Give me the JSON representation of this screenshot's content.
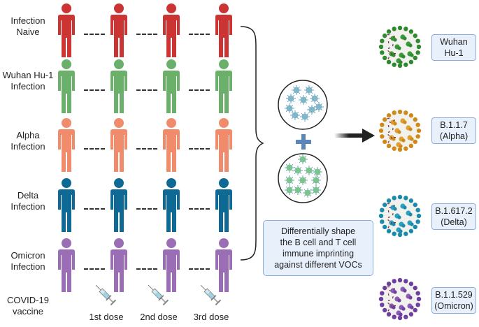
{
  "rows": [
    {
      "label_line1": "Infection",
      "label_line2": "Naive",
      "color": "#cc3333"
    },
    {
      "label_line1": "Wuhan Hu-1",
      "label_line2": "Infection",
      "color": "#6ab06a"
    },
    {
      "label_line1": "Alpha",
      "label_line2": "Infection",
      "color": "#f08c6c"
    },
    {
      "label_line1": "Delta",
      "label_line2": "Infection",
      "color": "#0e6a94"
    },
    {
      "label_line1": "Omicron",
      "label_line2": "Infection",
      "color": "#9b6db5"
    }
  ],
  "vaccine": {
    "label_line1": "COVID-19",
    "label_line2": "vaccine"
  },
  "doses": [
    "1st dose",
    "2nd dose",
    "3rd dose"
  ],
  "summary": {
    "lines": [
      "Differentially shape",
      "the B cell and T cell",
      "immune imprinting",
      "against different VOCs"
    ]
  },
  "cells": {
    "b_cell_color": "#7fb6c8",
    "t_cell_color": "#7cc38d",
    "plus_color": "#5b86b8"
  },
  "variants": [
    {
      "line1": "Wuhan",
      "line2": "Hu-1",
      "color": "#3a9a3a",
      "spike_color": "#2f8a2f"
    },
    {
      "line1": "B.1.1.7",
      "line2": "(Alpha)",
      "color": "#e0a030",
      "spike_color": "#d08a1c"
    },
    {
      "line1": "B.1.617.2",
      "line2": "(Delta)",
      "color": "#2ba0c0",
      "spike_color": "#1b8aac"
    },
    {
      "line1": "B.1.1.529",
      "line2": "(Omicron)",
      "color": "#8a5bb8",
      "spike_color": "#6e3fa0"
    }
  ]
}
